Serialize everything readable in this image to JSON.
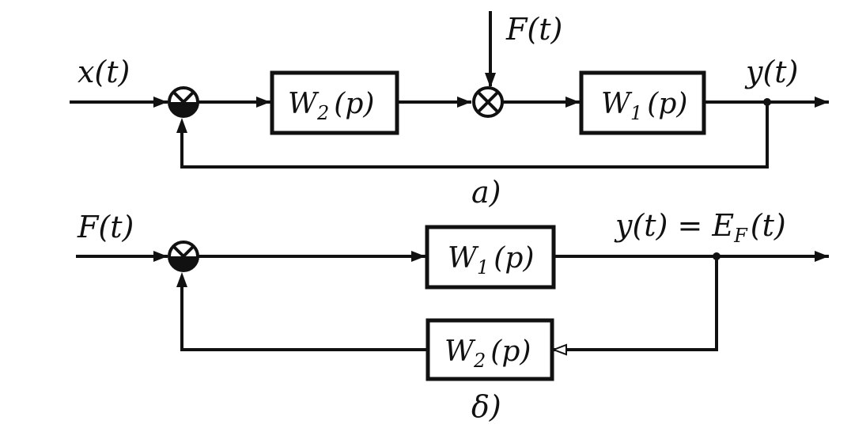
{
  "diagram_a": {
    "input_label": "x(t)",
    "disturbance_label": "F(t)",
    "output_label": "y(t)",
    "block_w2": {
      "main": "W",
      "sub": "2",
      "arg": "(p)"
    },
    "block_w1": {
      "main": "W",
      "sub": "1",
      "arg": "(p)"
    },
    "caption": "a)"
  },
  "diagram_b": {
    "input_label": "F(t)",
    "output_label": "y(t) = E",
    "output_sub": "F",
    "output_tail": "(t)",
    "block_w1": {
      "main": "W",
      "sub": "1",
      "arg": "(p)"
    },
    "block_w2": {
      "main": "W",
      "sub": "2",
      "arg": "(p)"
    },
    "caption": "δ)"
  }
}
